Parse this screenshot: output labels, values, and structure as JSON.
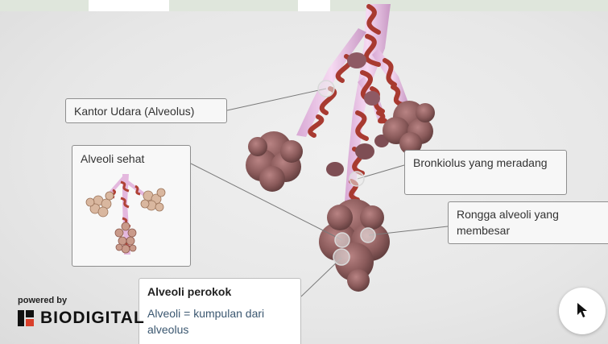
{
  "labels": {
    "alveolus_sac": "Kantor Udara (Alveolus)",
    "healthy_alveoli": "Alveoli sehat",
    "inflamed_bronchiole": "Bronkiolus yang meradang",
    "enlarged_cavity": "Rongga alveoli yang membesar"
  },
  "info_card": {
    "title": "Alveoli perokok",
    "description": "Alveoli = kumpulan dari alveolus"
  },
  "branding": {
    "powered_by": "powered by",
    "logo_text": "BIODIGITAL"
  },
  "icons": {
    "cursor_button": "cursor-arrow-icon",
    "logo_mark": "biodigital-logo-icon"
  },
  "colors": {
    "tissue": "#8a5a5a",
    "bronchiole": "#f0c8ec",
    "vessel": "#b5483a",
    "banner": "#dfe6dc"
  }
}
